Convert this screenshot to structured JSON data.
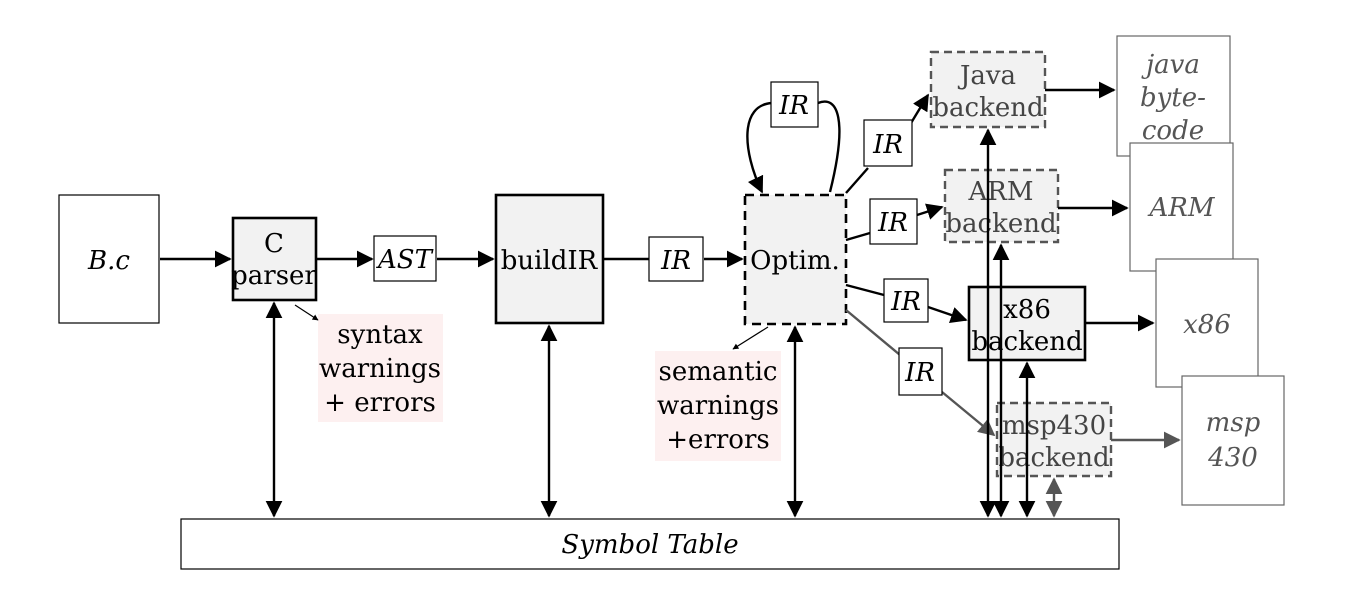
{
  "source": {
    "label": "B.c"
  },
  "parser": {
    "line1": "C",
    "line2": "parser"
  },
  "ast": {
    "label": "AST"
  },
  "buildir": {
    "label": "buildIR"
  },
  "ir_labels": {
    "to_optim": "IR",
    "loop": "IR",
    "to_java": "IR",
    "to_arm": "IR",
    "to_x86": "IR",
    "to_msp": "IR"
  },
  "optim": {
    "label": "Optim."
  },
  "syntax_note": {
    "line1": "syntax",
    "line2": "warnings",
    "line3": "+ errors"
  },
  "semantic_note": {
    "line1": "semantic",
    "line2": "warnings",
    "line3": "+errors"
  },
  "java_backend": {
    "line1": "Java",
    "line2": "backend"
  },
  "arm_backend": {
    "line1": "ARM",
    "line2": "backend"
  },
  "x86_backend": {
    "line1": "x86",
    "line2": "backend"
  },
  "msp_backend": {
    "line1": "msp430",
    "line2": "backend"
  },
  "outputs": {
    "java": {
      "line1": "java",
      "line2": "byte-",
      "line3": "code"
    },
    "arm": {
      "label": "ARM"
    },
    "x86": {
      "label": "x86"
    },
    "msp": {
      "line1": "msp",
      "line2": "430"
    }
  },
  "symbol_table": {
    "label": "Symbol Table"
  },
  "colors": {
    "note_bg": "#fdf0f0",
    "box_fill": "#f2f2f2",
    "grey_stroke": "#555555"
  }
}
